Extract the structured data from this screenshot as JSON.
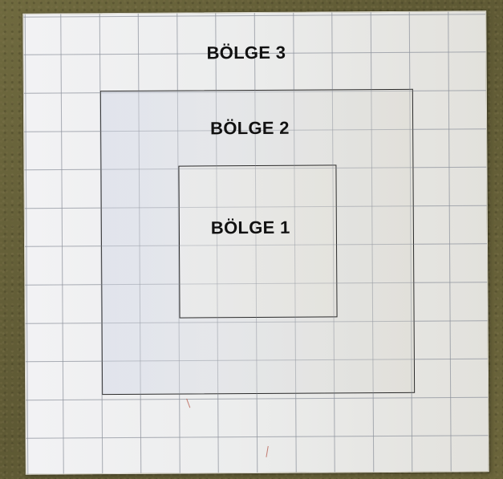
{
  "zones": {
    "zone3_label": "BÖLGE 3",
    "zone2_label": "BÖLGE 2",
    "zone1_label": "BÖLGE 1"
  }
}
